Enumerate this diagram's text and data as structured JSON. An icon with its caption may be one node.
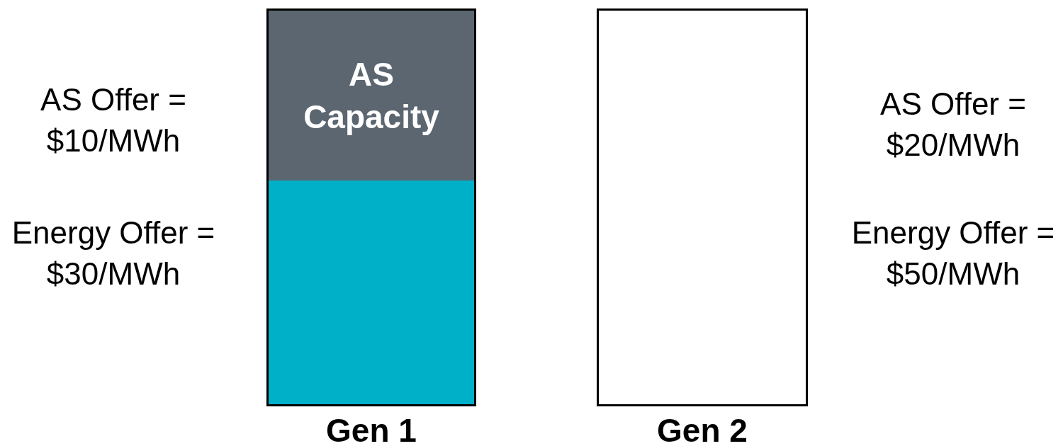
{
  "diagram": {
    "nodes": [
      {
        "text": [
          "Gen 1"
        ]
      },
      {
        "text": [
          "AS Capacity"
        ],
        "in": 0
      },
      {
        "text": [],
        "shape": "box",
        "in": 0
      },
      {
        "text": [
          "Gen 2"
        ]
      }
    ],
    "labels": [
      "AS Offer = $10/MWh",
      "Energy Offer = $30/MWh",
      "AS Offer = $20/MWh",
      "Energy Offer = $50/MWh"
    ]
  }
}
